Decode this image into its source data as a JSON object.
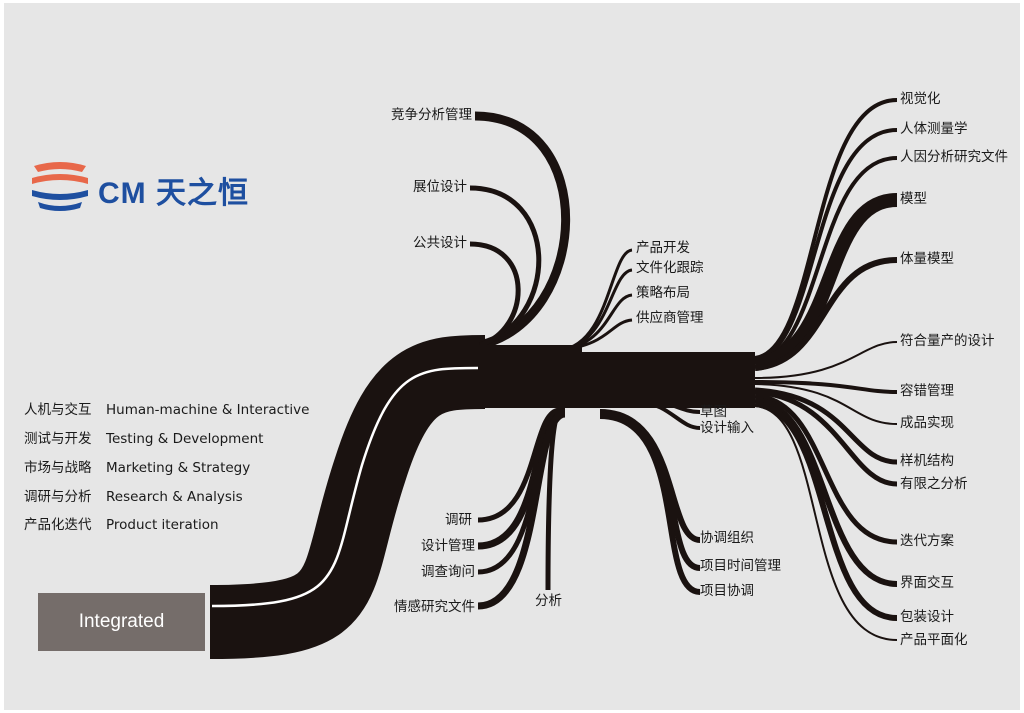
{
  "logo": {
    "text": "CM 天之恒",
    "brand_color": "#1e4fa0",
    "accent_color": "#e8684a"
  },
  "center_node": {
    "label": "Integrated"
  },
  "legend": [
    {
      "cn": "人机与交互",
      "en": "Human-machine & Interactive"
    },
    {
      "cn": "测试与开发",
      "en": "Testing & Development"
    },
    {
      "cn": "市场与战略",
      "en": "Marketing & Strategy"
    },
    {
      "cn": "调研与分析",
      "en": "Research & Analysis"
    },
    {
      "cn": "产品化迭代",
      "en": "Product iteration"
    }
  ],
  "top_left_branches": [
    "竞争分析管理",
    "展位设计",
    "公共设计"
  ],
  "middle_branches": [
    "产品开发",
    "文件化跟踪",
    "策略布局",
    "供应商管理"
  ],
  "right_branches": [
    "视觉化",
    "人体测量学",
    "人因分析研究文件",
    "模型",
    "体量模型",
    "符合量产的设计",
    "容错管理",
    "成品实现",
    "样机结构",
    "有限之分析",
    "迭代方案",
    "界面交互",
    "包装设计",
    "产品平面化"
  ],
  "lower_middle_branches": [
    "草图",
    "设计输入",
    "协调组织",
    "项目时间管理",
    "项目协调"
  ],
  "lower_left_branches": [
    "调研",
    "设计管理",
    "调查询问",
    "情感研究文件",
    "分析"
  ],
  "colors": {
    "flow": "#1a1210",
    "background": "#e6e6e6",
    "node": "#756d6a"
  }
}
